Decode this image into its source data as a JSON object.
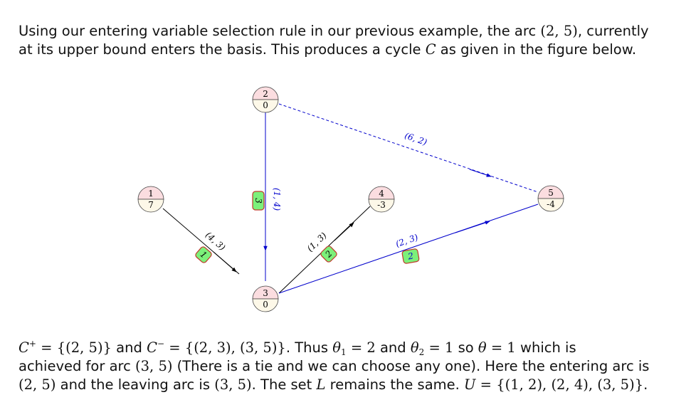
{
  "intro": {
    "line1_a": "Using our entering variable selection rule in our previous example, the arc ",
    "line1_m": "(2, 5)",
    "line1_b": ", currently",
    "line2_a": "at its upper bound enters the basis. This produces a cycle ",
    "line2_m": "C",
    "line2_b": " as given in the figure below."
  },
  "graph": {
    "nodes": [
      {
        "id": "1",
        "supply": "7"
      },
      {
        "id": "2",
        "supply": "0"
      },
      {
        "id": "3",
        "supply": "0"
      },
      {
        "id": "4",
        "supply": "-3"
      },
      {
        "id": "5",
        "supply": "-4"
      }
    ],
    "arcs": [
      {
        "from": "1",
        "to": "3",
        "label": "(4, 3)",
        "badge": "1",
        "color": "#000000"
      },
      {
        "from": "2",
        "to": "3",
        "label": "(1, 4)",
        "badge": "3",
        "color": "#0000cc"
      },
      {
        "from": "3",
        "to": "4",
        "label": "(1, 3)",
        "badge": "2",
        "color": "#000000"
      },
      {
        "from": "3",
        "to": "5",
        "label": "(2, 3)",
        "badge": "2",
        "color": "#0000cc"
      },
      {
        "from": "2",
        "to": "5",
        "label": "(6, 2)",
        "badge": "",
        "color": "#0000cc",
        "dashed": true
      }
    ],
    "colors": {
      "node_top": "#fbdde0",
      "node_bottom": "#fdf8e8",
      "badge_fill": "#7cf07a",
      "badge_border": "#c0392b",
      "cycle": "#0000cc"
    }
  },
  "outro": {
    "l1": {
      "c": "C",
      "plus": "+",
      "eq1": " = {(2, 5)}",
      "t1": " and ",
      "c2": "C",
      "minus": "−",
      "eq2": " = {(2, 3), (3, 5)}",
      "t2": ". Thus ",
      "theta1": "θ",
      "s1": "1",
      "eq3": " = 2",
      "t3": " and ",
      "theta2": "θ",
      "s2": "2",
      "eq4": " = 1",
      "t4": " so ",
      "theta": "θ",
      "eq5": " = 1",
      "t5": " which is"
    },
    "l2": {
      "a": "achieved for arc ",
      "m": "(3, 5)",
      "b": " (There is a tie and we can choose any one). Here the entering arc is"
    },
    "l3": {
      "m1": "(2, 5)",
      "a": " and the leaving arc is ",
      "m2": "(3, 5)",
      "b": ". The set ",
      "L": "L",
      "c": " remains the same. ",
      "U": "U",
      "m3": " = {(1, 2), (2, 4), (3, 5)}",
      "d": "."
    }
  }
}
